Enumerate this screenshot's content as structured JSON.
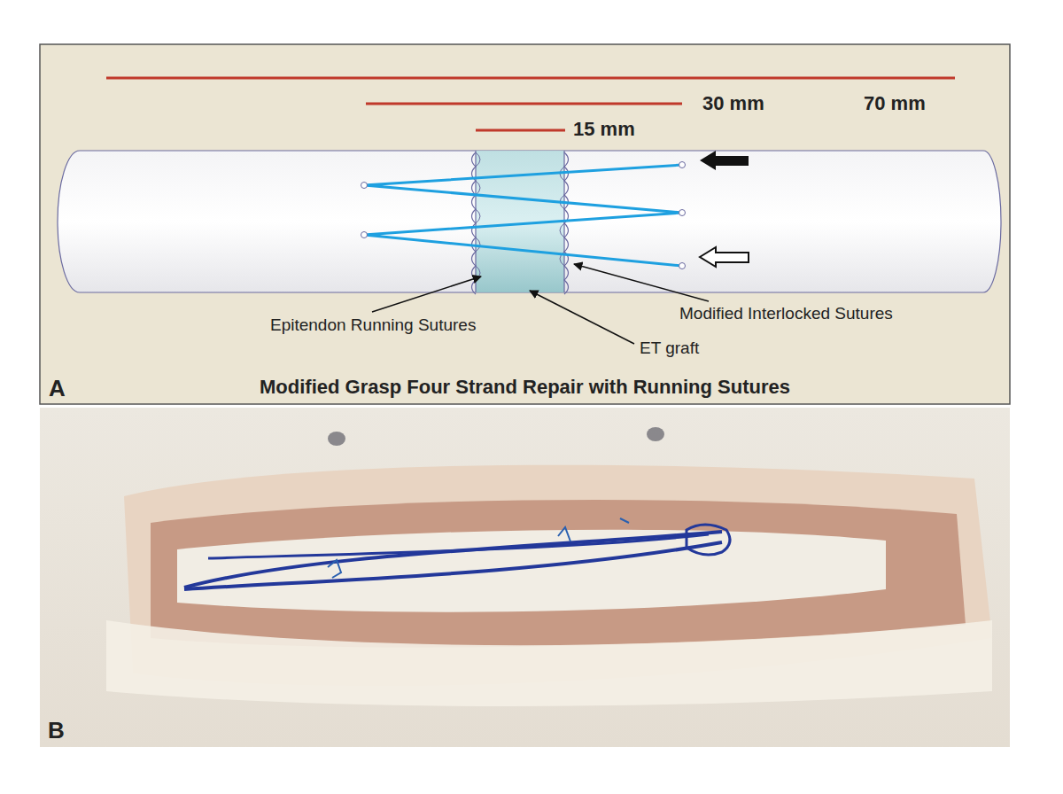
{
  "diagram": {
    "caption": "Modified Grasp Four Strand Repair with Running Sutures",
    "labels": [
      "30 mm",
      "70 mm",
      "15 mm",
      "Epitendon Running Sutures",
      "Modified Interlocked Sutures",
      "ET graft",
      "A",
      "B"
    ]
  }
}
